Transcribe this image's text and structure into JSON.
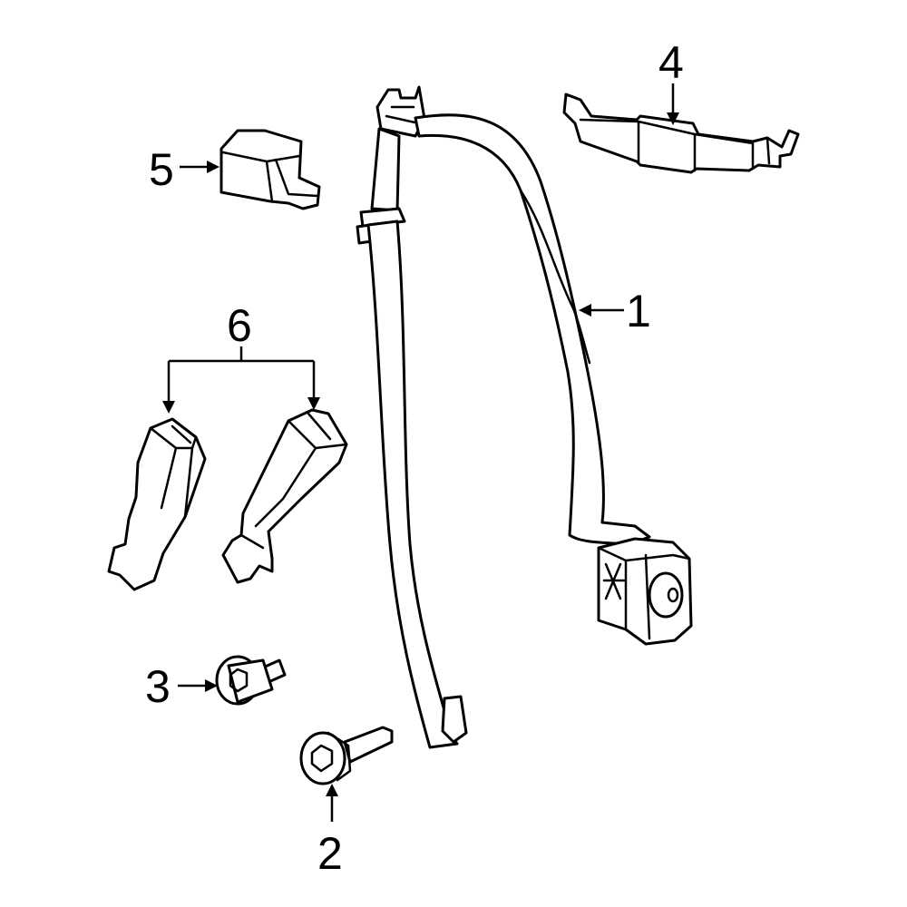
{
  "colors": {
    "highlight": "#2f55c3",
    "line": "#000000",
    "background": "#ffffff"
  },
  "callouts": {
    "c1": "1",
    "c2": "2",
    "c3": "3",
    "c4": "4",
    "c5": "5",
    "c6": "6"
  }
}
